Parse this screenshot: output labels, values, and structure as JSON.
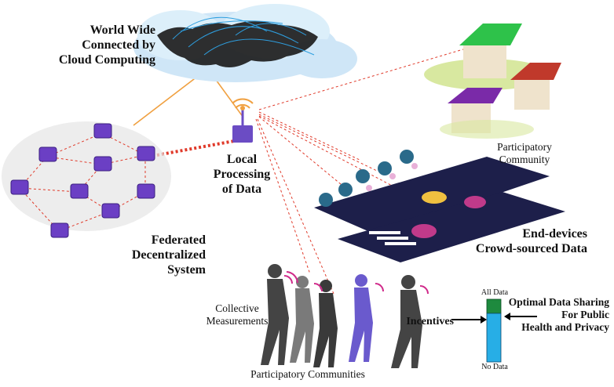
{
  "labels": {
    "world_wide": [
      "World Wide",
      "Connected by",
      "Cloud Computing"
    ],
    "local_processing": [
      "Local",
      "Processing",
      "of Data"
    ],
    "federated": [
      "Federated",
      "Decentralized",
      "System"
    ],
    "participatory_community": [
      "Participatory",
      "Community"
    ],
    "end_devices": [
      "End-devices",
      "Crowd-sourced Data"
    ],
    "collective": [
      "Collective",
      "Measurements"
    ],
    "participatory_communities": "Participatory Communities",
    "incentives": "Incentives",
    "optimal_sharing": [
      "Optimal Data Sharing",
      "For Public",
      "Health and Privacy"
    ],
    "bar_top": "All Data",
    "bar_bottom": "No Data"
  },
  "data_bar": {
    "shared_fraction": 0.22,
    "colors": {
      "top": "#1e8a3e",
      "bottom": "#27aee6"
    }
  },
  "colors": {
    "cloud": "#cfe6f7",
    "world_map": "#1d1d1d",
    "network_links": "#2e9fe0",
    "server_cube": "#6b3fc4",
    "orange_link": "#f0a040",
    "red_dashes": "#e03a2a",
    "tower": "#6b4cc4",
    "road": "#1d1f4a",
    "tree": "#2a6a8a",
    "house_roofs": [
      "#2ec24a",
      "#c0392b",
      "#7a2aa8"
    ],
    "walkers": [
      "#444444",
      "#7a7a7a",
      "#6a5acd"
    ]
  }
}
